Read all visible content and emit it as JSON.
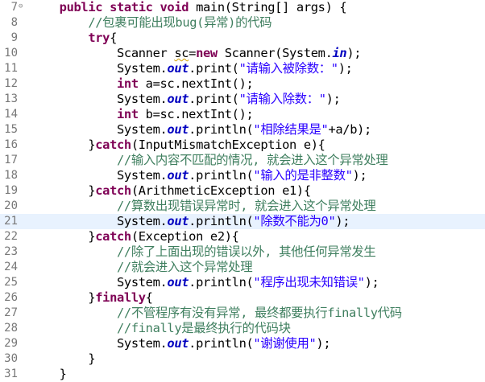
{
  "editor": {
    "fold_icon": "collapse-minus-icon",
    "lines": [
      {
        "num": "7",
        "tokens": [
          {
            "t": "    ",
            "c": ""
          },
          {
            "t": "public",
            "c": "kw"
          },
          {
            "t": " ",
            "c": ""
          },
          {
            "t": "static",
            "c": "kw"
          },
          {
            "t": " ",
            "c": ""
          },
          {
            "t": "void",
            "c": "kw"
          },
          {
            "t": " main(String[] args) {",
            "c": ""
          }
        ]
      },
      {
        "num": "8",
        "tokens": [
          {
            "t": "        ",
            "c": ""
          },
          {
            "t": "//包裹可能出现bug(异常)的代码",
            "c": "cm"
          }
        ]
      },
      {
        "num": "9",
        "tokens": [
          {
            "t": "        ",
            "c": ""
          },
          {
            "t": "try",
            "c": "kw"
          },
          {
            "t": "{",
            "c": ""
          }
        ]
      },
      {
        "num": "10",
        "tokens": [
          {
            "t": "            Scanner ",
            "c": ""
          },
          {
            "t": "sc",
            "c": "wv"
          },
          {
            "t": "=",
            "c": ""
          },
          {
            "t": "new",
            "c": "kw"
          },
          {
            "t": " Scanner(System.",
            "c": ""
          },
          {
            "t": "in",
            "c": "fi"
          },
          {
            "t": ");",
            "c": ""
          }
        ]
      },
      {
        "num": "11",
        "tokens": [
          {
            "t": "            System.",
            "c": ""
          },
          {
            "t": "out",
            "c": "fi"
          },
          {
            "t": ".print(",
            "c": ""
          },
          {
            "t": "\"请输入被除数：\"",
            "c": "st"
          },
          {
            "t": ");",
            "c": ""
          }
        ]
      },
      {
        "num": "12",
        "tokens": [
          {
            "t": "            ",
            "c": ""
          },
          {
            "t": "int",
            "c": "kw"
          },
          {
            "t": " a=sc.nextInt();",
            "c": ""
          }
        ]
      },
      {
        "num": "13",
        "tokens": [
          {
            "t": "            System.",
            "c": ""
          },
          {
            "t": "out",
            "c": "fi"
          },
          {
            "t": ".print(",
            "c": ""
          },
          {
            "t": "\"请输入除数：\"",
            "c": "st"
          },
          {
            "t": ");",
            "c": ""
          }
        ]
      },
      {
        "num": "14",
        "tokens": [
          {
            "t": "            ",
            "c": ""
          },
          {
            "t": "int",
            "c": "kw"
          },
          {
            "t": " b=sc.nextInt();",
            "c": ""
          }
        ]
      },
      {
        "num": "15",
        "tokens": [
          {
            "t": "            System.",
            "c": ""
          },
          {
            "t": "out",
            "c": "fi"
          },
          {
            "t": ".println(",
            "c": ""
          },
          {
            "t": "\"相除结果是\"",
            "c": "st"
          },
          {
            "t": "+a/b);",
            "c": ""
          }
        ]
      },
      {
        "num": "16",
        "tokens": [
          {
            "t": "        }",
            "c": ""
          },
          {
            "t": "catch",
            "c": "kw"
          },
          {
            "t": "(InputMismatchException e){",
            "c": ""
          }
        ]
      },
      {
        "num": "17",
        "tokens": [
          {
            "t": "            ",
            "c": ""
          },
          {
            "t": "//输入内容不匹配的情况, 就会进入这个异常处理",
            "c": "cm"
          }
        ]
      },
      {
        "num": "18",
        "tokens": [
          {
            "t": "            System.",
            "c": ""
          },
          {
            "t": "out",
            "c": "fi"
          },
          {
            "t": ".println(",
            "c": ""
          },
          {
            "t": "\"输入的是非整数\"",
            "c": "st"
          },
          {
            "t": ");",
            "c": ""
          }
        ]
      },
      {
        "num": "19",
        "tokens": [
          {
            "t": "        }",
            "c": ""
          },
          {
            "t": "catch",
            "c": "kw"
          },
          {
            "t": "(ArithmeticException e1){",
            "c": ""
          }
        ]
      },
      {
        "num": "20",
        "tokens": [
          {
            "t": "            ",
            "c": ""
          },
          {
            "t": "//算数出现错误异常时, 就会进入这个异常处理",
            "c": "cm"
          }
        ]
      },
      {
        "num": "21",
        "tokens": [
          {
            "t": "            System.",
            "c": ""
          },
          {
            "t": "out",
            "c": "fi"
          },
          {
            "t": ".println(",
            "c": ""
          },
          {
            "t": "\"除数不能为0\"",
            "c": "st"
          },
          {
            "t": ");",
            "c": ""
          }
        ],
        "current": true
      },
      {
        "num": "22",
        "tokens": [
          {
            "t": "        }",
            "c": ""
          },
          {
            "t": "catch",
            "c": "kw"
          },
          {
            "t": "(Exception e2){",
            "c": ""
          }
        ]
      },
      {
        "num": "23",
        "tokens": [
          {
            "t": "            ",
            "c": ""
          },
          {
            "t": "//除了上面出现的错误以外, 其他任何异常发生",
            "c": "cm"
          }
        ]
      },
      {
        "num": "24",
        "tokens": [
          {
            "t": "            ",
            "c": ""
          },
          {
            "t": "//就会进入这个异常处理",
            "c": "cm"
          }
        ]
      },
      {
        "num": "25",
        "tokens": [
          {
            "t": "            System.",
            "c": ""
          },
          {
            "t": "out",
            "c": "fi"
          },
          {
            "t": ".println(",
            "c": ""
          },
          {
            "t": "\"程序出现未知错误\"",
            "c": "st"
          },
          {
            "t": ");",
            "c": ""
          }
        ]
      },
      {
        "num": "26",
        "tokens": [
          {
            "t": "        }",
            "c": ""
          },
          {
            "t": "finally",
            "c": "kw"
          },
          {
            "t": "{",
            "c": ""
          }
        ]
      },
      {
        "num": "27",
        "tokens": [
          {
            "t": "            ",
            "c": ""
          },
          {
            "t": "//不管程序有没有异常, 最终都要执行finally代码",
            "c": "cm"
          }
        ]
      },
      {
        "num": "28",
        "tokens": [
          {
            "t": "            ",
            "c": ""
          },
          {
            "t": "//finally是最终执行的代码块",
            "c": "cm"
          }
        ]
      },
      {
        "num": "29",
        "tokens": [
          {
            "t": "            System.",
            "c": ""
          },
          {
            "t": "out",
            "c": "fi"
          },
          {
            "t": ".println(",
            "c": ""
          },
          {
            "t": "\"谢谢使用\"",
            "c": "st"
          },
          {
            "t": ");",
            "c": ""
          }
        ]
      },
      {
        "num": "30",
        "tokens": [
          {
            "t": "        }",
            "c": ""
          }
        ]
      },
      {
        "num": "31",
        "tokens": [
          {
            "t": "    }",
            "c": ""
          }
        ]
      }
    ]
  }
}
